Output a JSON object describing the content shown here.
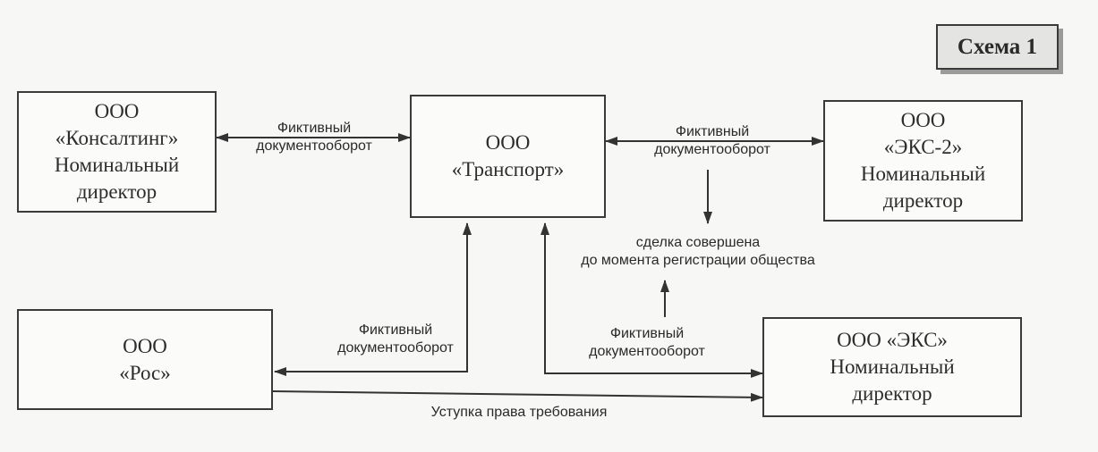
{
  "scheme_label": "Схема 1",
  "entities": {
    "consulting": [
      "ООО",
      "«Консалтинг»",
      "Номинальный",
      "директор"
    ],
    "transport": [
      "ООО",
      "«Транспорт»"
    ],
    "eks2": [
      "ООО",
      "«ЭКС-2»",
      "Номинальный",
      "директор"
    ],
    "ros": [
      "ООО",
      "«Рос»"
    ],
    "eks": [
      "ООО «ЭКС»",
      "Номинальный",
      "директор"
    ]
  },
  "labels": {
    "fictive_doc_flow": [
      "Фиктивный",
      "документооборот"
    ],
    "deal_note": [
      "сделка совершена",
      "до момента регистрации общества"
    ],
    "claim_assignment": "Уступка права требования"
  }
}
